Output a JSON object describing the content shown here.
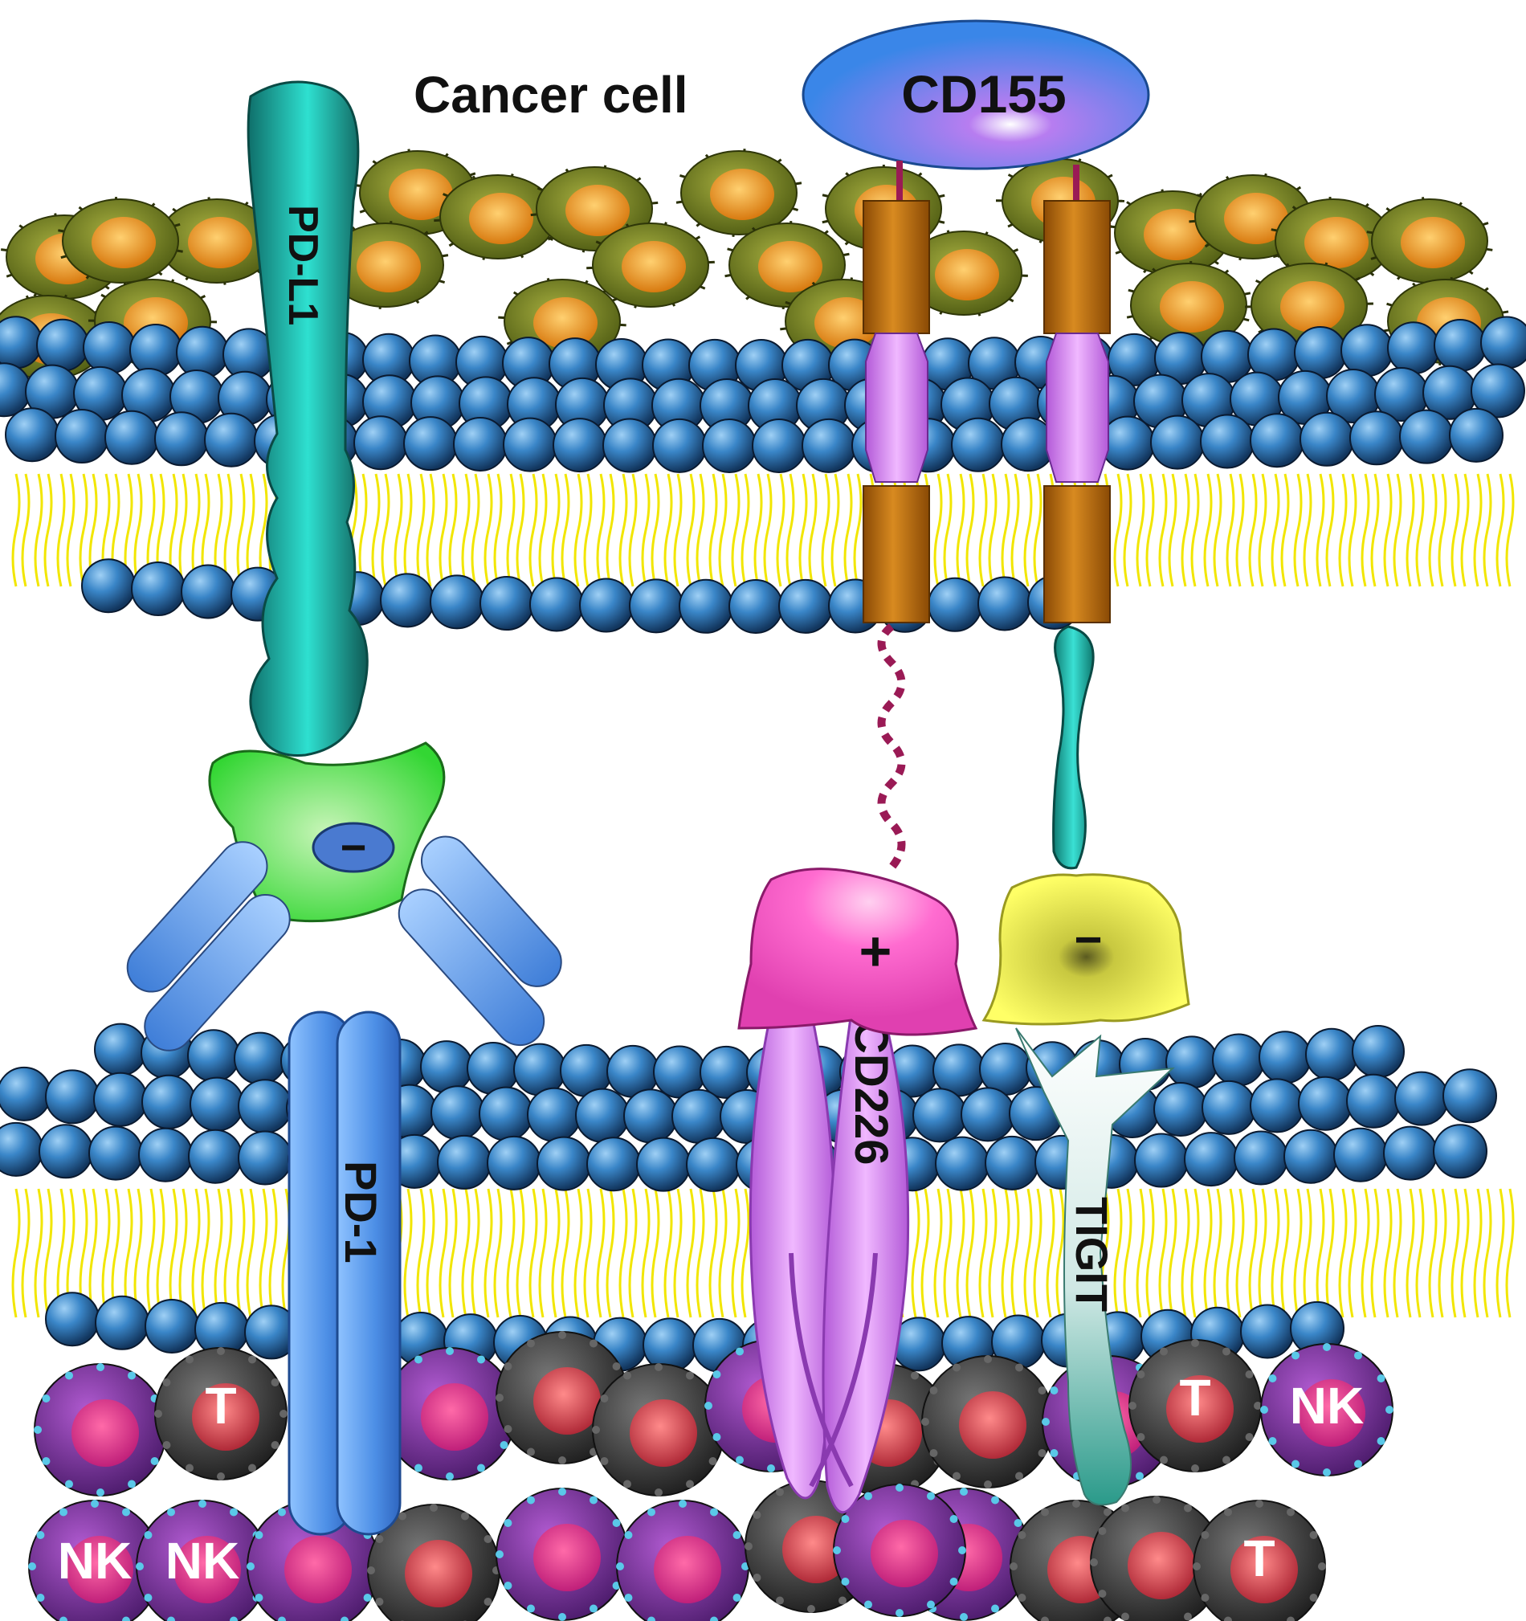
{
  "labels": {
    "cancer_cell": "Cancer cell",
    "cd155": "CD155",
    "pdl1": "PD-L1",
    "pd1": "PD-1",
    "cd226": "CD226",
    "tigit": "TIGIT",
    "inhibit_sign_pd": "−",
    "activate_sign": "+",
    "inhibit_sign_tigit": "−"
  },
  "immune_cells": [
    {
      "label": "T"
    },
    {
      "label": "NK"
    },
    {
      "label": "NK"
    },
    {
      "label": "T"
    },
    {
      "label": "NK"
    },
    {
      "label": "T"
    }
  ],
  "colors": {
    "membrane_bead": "#2f6fa8",
    "lipid_tail": "#f2e600",
    "pdl1": "#25c9bd",
    "pd1": "#5c9ff0",
    "cd155": "#3a86e8",
    "cd226": "#cc7de6",
    "cd226_head": "#f26ccd",
    "tigit_head": "#ffff55",
    "pd1_ligand_head": "#3ddd3d",
    "receptor_block": "#b86a0a",
    "linker": "#9a1a55",
    "cancer_cell_body": "#7a8a25",
    "cancer_cell_core": "#f0a020",
    "nk_cell": "#7a2a9a",
    "t_cell": "#3a3a3a"
  }
}
